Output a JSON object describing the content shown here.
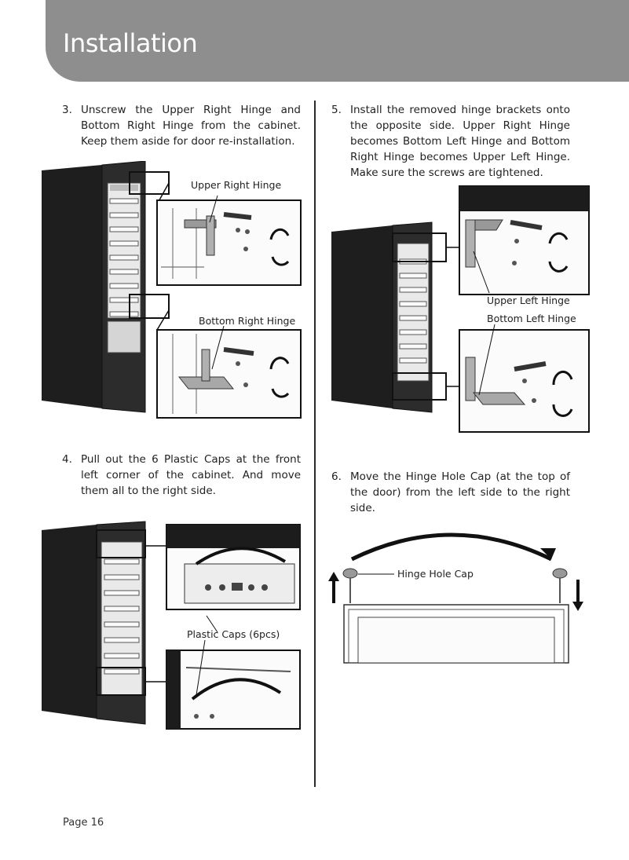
{
  "header": {
    "title": "Installation"
  },
  "steps": [
    {
      "number": "3.",
      "text": "Unscrew the Upper Right Hinge and Bottom Right Hinge from the cabinet. Keep them aside for door re-installation."
    },
    {
      "number": "4.",
      "text": "Pull out the 6 Plastic Caps at the front left corner of the cabinet. And move them all to the right side."
    },
    {
      "number": "5.",
      "text": "Install the removed hinge brackets onto the opposite side. Upper Right Hinge becomes Bottom Left Hinge and Bottom Right Hinge becomes Upper Left Hinge. Make sure the screws are tightened."
    },
    {
      "number": "6.",
      "text": "Move the Hinge Hole Cap (at the top of the door) from the left side to the right side."
    }
  ],
  "figure_labels": {
    "upper_right_hinge": "Upper Right Hinge",
    "bottom_right_hinge": "Bottom Right Hinge",
    "upper_left_hinge": "Upper Left Hinge",
    "bottom_left_hinge": "Bottom Left Hinge",
    "plastic_caps": "Plastic Caps (6pcs)",
    "hinge_hole_cap": "Hinge Hole Cap"
  },
  "footer": {
    "page_label": "Page 16"
  }
}
